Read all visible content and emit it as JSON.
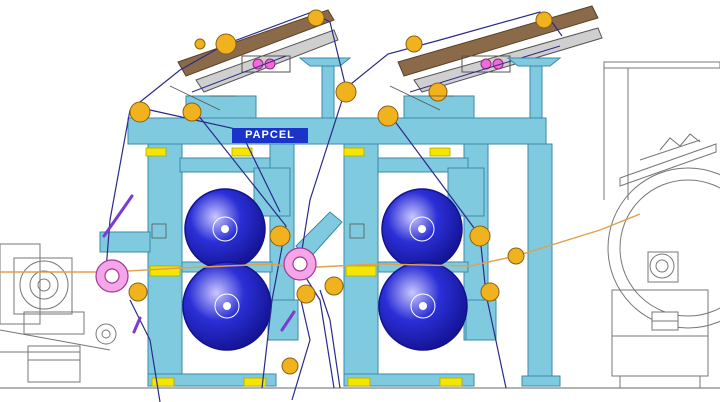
{
  "diagram": {
    "brand_label": "PAPCEL",
    "colors": {
      "frame": "#7fcadf",
      "frame_edge": "#3a8aa8",
      "press_roll": "#2b2fd6",
      "press_roll_dark": "#12128f",
      "guide_roll": "#f0b21e",
      "felt_line": "#2a2a8a",
      "web_line": "#e2a04a",
      "steam_roll": "#f4a6e8",
      "doctor_blade": "#8a6a48",
      "yellow_block": "#f4e600",
      "stretcher": "#7a3ad8",
      "line_art": "#606060"
    },
    "press_units": 2,
    "dryer_section": "right"
  }
}
